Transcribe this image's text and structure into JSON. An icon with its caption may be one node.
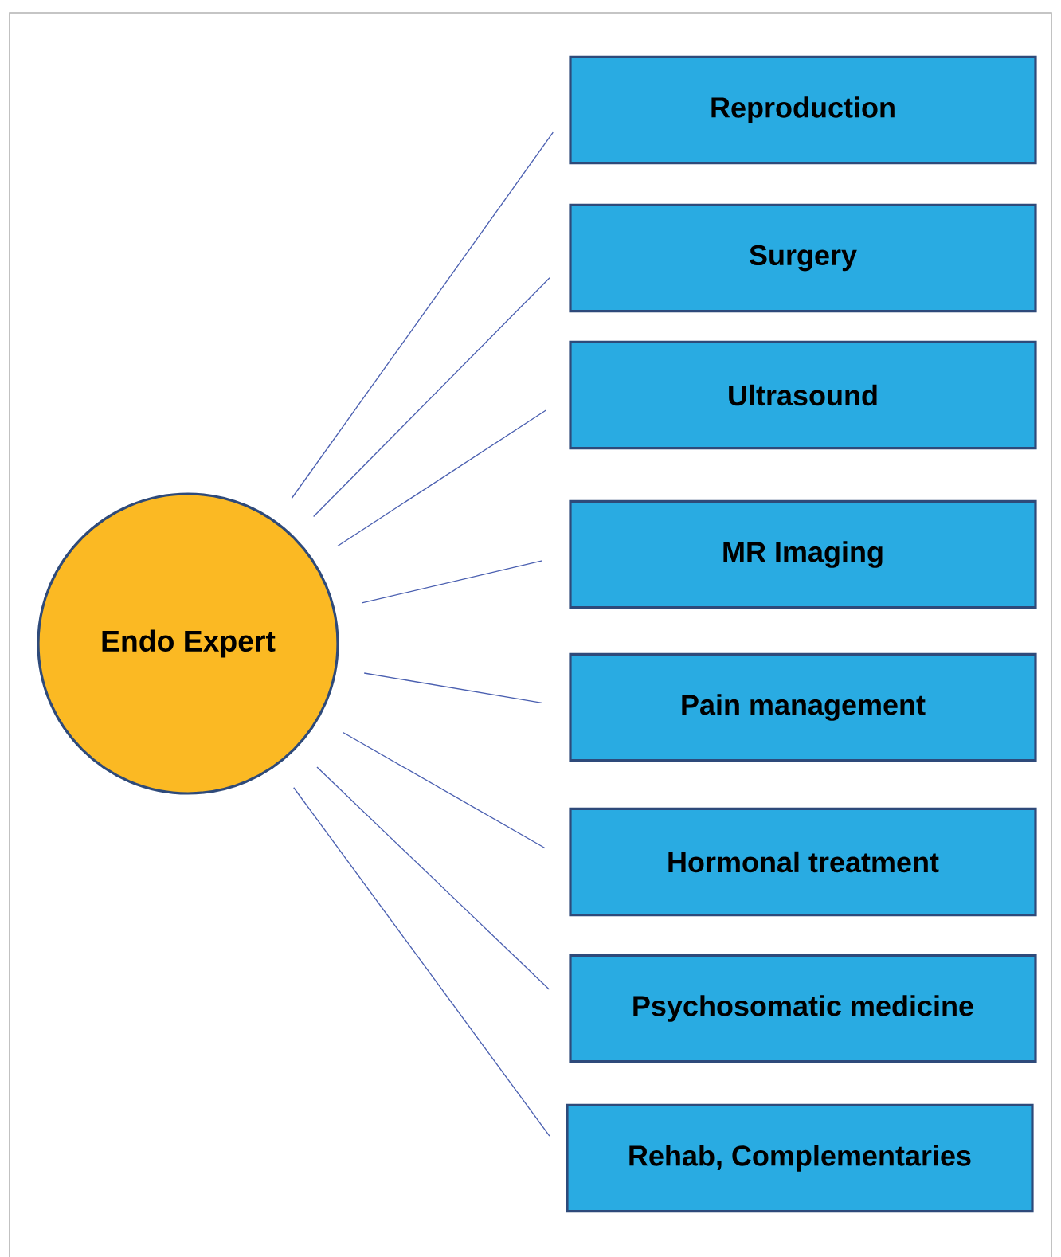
{
  "diagram": {
    "nodes": [
      {
        "text": [
          "Endo Expert"
        ]
      },
      {
        "text": [
          "Reproduction"
        ]
      },
      {
        "text": [
          "Surgery"
        ]
      },
      {
        "text": [
          "Ultrasound"
        ]
      },
      {
        "text": [
          "MR Imaging"
        ]
      },
      {
        "text": [
          "Pain management"
        ]
      },
      {
        "text": [
          "Hormonal treatment"
        ]
      },
      {
        "text": [
          "Psychosomatic medicine"
        ]
      },
      {
        "text": [
          "Rehab, Complementaries"
        ]
      }
    ],
    "edges": [
      {
        "from": 0,
        "to": 1,
        "arrow": "none"
      },
      {
        "from": 0,
        "to": 2,
        "arrow": "none"
      },
      {
        "from": 0,
        "to": 3,
        "arrow": "none"
      },
      {
        "from": 0,
        "to": 4,
        "arrow": "none"
      },
      {
        "from": 0,
        "to": 5,
        "arrow": "none"
      },
      {
        "from": 0,
        "to": 6,
        "arrow": "none"
      },
      {
        "from": 0,
        "to": 7,
        "arrow": "none"
      },
      {
        "from": 0,
        "to": 8,
        "arrow": "none"
      }
    ]
  }
}
